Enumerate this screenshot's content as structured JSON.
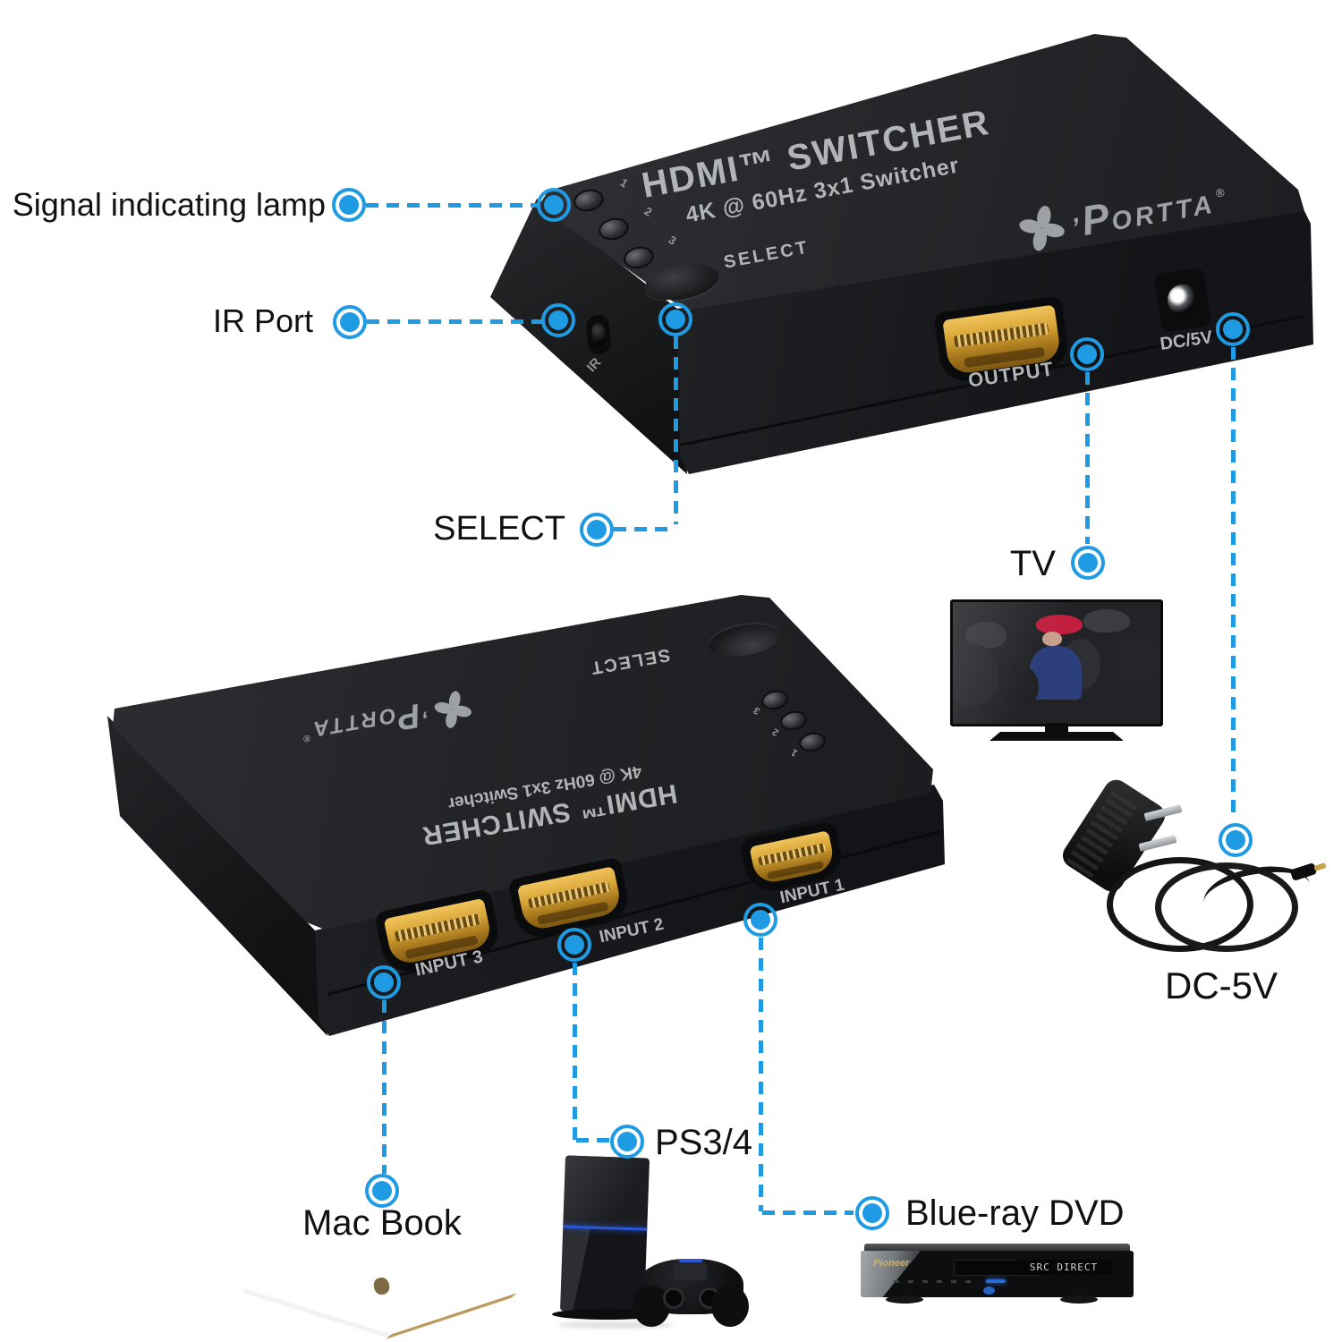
{
  "colors": {
    "callout_blue": "#1e9be2",
    "device_text_gray": "#b2b5b8"
  },
  "callouts": {
    "signal_lamp": "Signal indicating lamp",
    "ir_port": "IR Port",
    "select": "SELECT",
    "tv": "TV",
    "dc_power": "DC-5V",
    "macbook": "Mac Book",
    "playstation": "PS3/4",
    "bluray": "Blue-ray DVD"
  },
  "device_top_view": {
    "title": "HDMI™ SWITCHER",
    "subtitle": "4K @ 60Hz 3x1 Switcher",
    "brand": "PORTTA",
    "brand_reg": "®",
    "brand_apostrophe": "’",
    "brand_initial": "P",
    "brand_rest": "ORTTA",
    "select_button_label": "SELECT",
    "leds": [
      "1",
      "2",
      "3"
    ],
    "output_port_label": "OUTPUT",
    "dc_port_label": "DC/5V",
    "ir_port_label": "IR"
  },
  "device_bottom_view": {
    "title": "HDMI™ SWITCHER",
    "subtitle": "4K @ 60Hz 3x1 Switcher",
    "brand": "PORTTA",
    "brand_reg": "®",
    "brand_apostrophe": "’",
    "brand_initial": "P",
    "brand_rest": "ORTTA",
    "select_button_label": "SELECT",
    "leds": [
      "3",
      "2",
      "1"
    ],
    "input_port_labels": [
      "INPUT 3",
      "INPUT 2",
      "INPUT 1"
    ]
  },
  "peripherals": {
    "bluray_brand": "Pioneer",
    "bluray_display": "SRC DIRECT"
  }
}
